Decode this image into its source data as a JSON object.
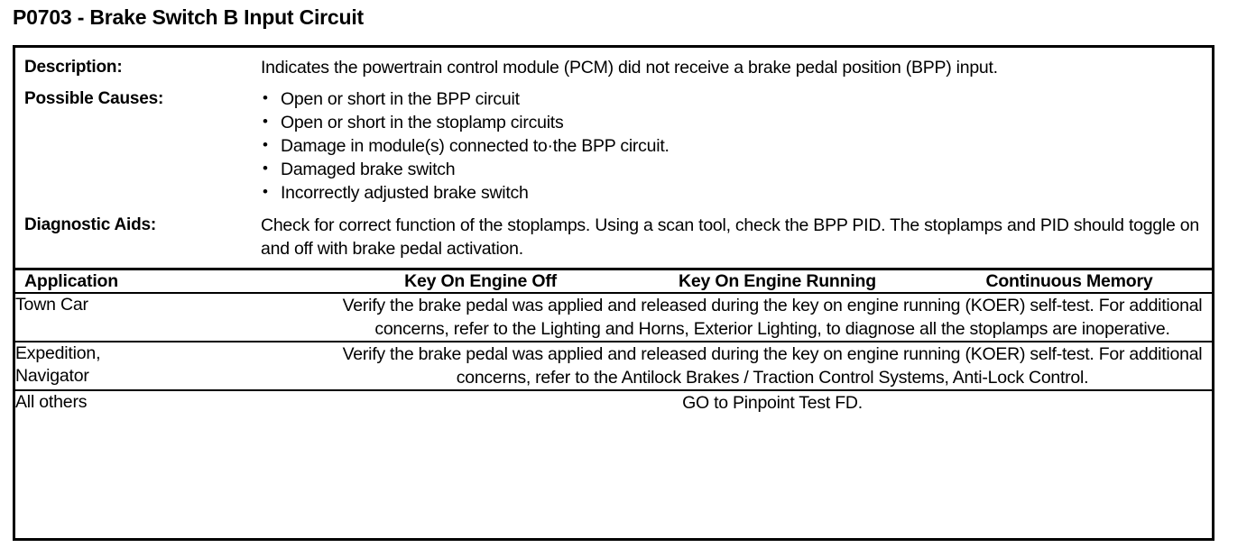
{
  "page": {
    "title": "P0703 - Brake Switch B Input Circuit"
  },
  "info": {
    "description_label": "Description:",
    "description_value": "Indicates the powertrain control module (PCM) did not receive a brake pedal position (BPP) input.",
    "causes_label": "Possible Causes:",
    "causes": [
      "Open or short in the BPP circuit",
      "Open or short in the stoplamp circuits",
      "Damage in module(s) connected to·the BPP circuit.",
      "Damaged brake switch",
      "Incorrectly adjusted brake switch"
    ],
    "aids_label": "Diagnostic Aids:",
    "aids_value": "Check for correct function of the stoplamps. Using a scan tool, check the BPP PID. The stoplamps and PID should toggle on and off with brake pedal activation."
  },
  "table": {
    "headers": [
      "Application",
      "Key On Engine Off",
      "Key On Engine Running",
      "Continuous Memory"
    ],
    "rows": [
      {
        "application": "Town Car",
        "result": "Verify the brake pedal was applied and released during the key on engine running (KOER) self-test. For additional concerns, refer to the Lighting and Horns, Exterior Lighting, to diagnose all the stoplamps are inoperative."
      },
      {
        "application": "Expedition,\nNavigator",
        "result": "Verify the brake pedal was applied and released during the key on engine running (KOER) self-test. For additional concerns, refer to the Antilock Brakes / Traction Control Systems, Anti-Lock Control."
      },
      {
        "application": "All others",
        "result": "GO to Pinpoint Test FD."
      }
    ]
  }
}
